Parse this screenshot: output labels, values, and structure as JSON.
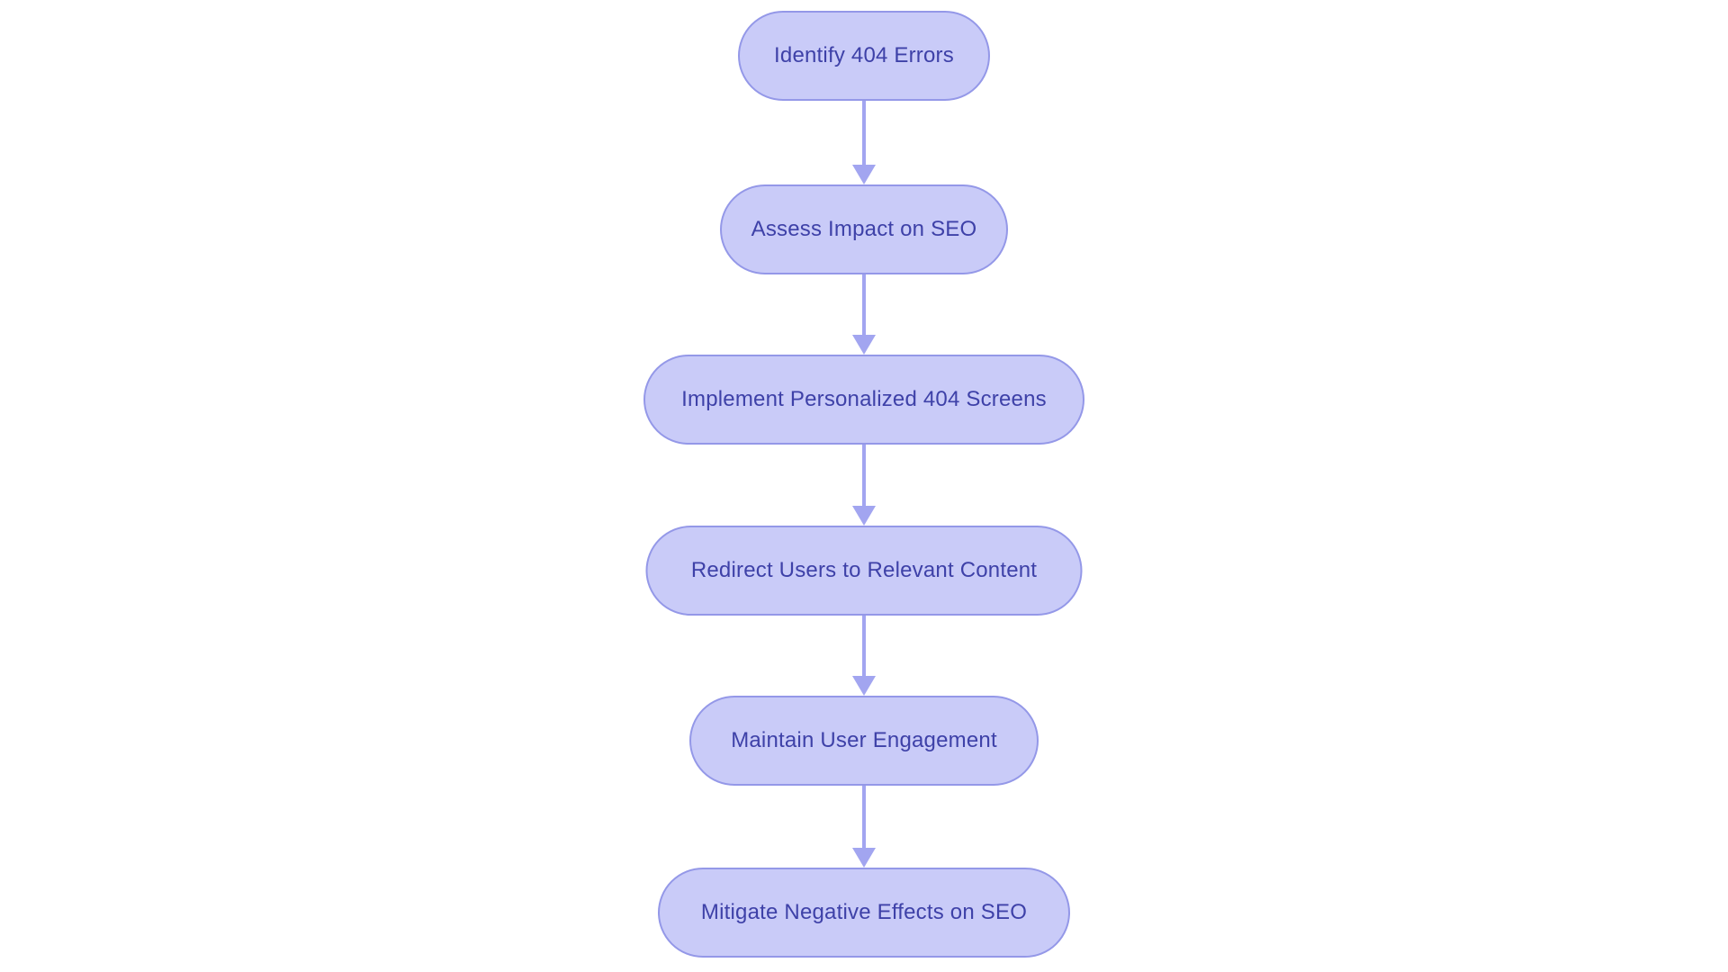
{
  "diagram": {
    "type": "flowchart",
    "direction": "top-down",
    "nodes": [
      {
        "id": "identify-404-errors",
        "label": "Identify 404 Errors"
      },
      {
        "id": "assess-impact-on-seo",
        "label": "Assess Impact on SEO"
      },
      {
        "id": "implement-personalized-404-screens",
        "label": "Implement Personalized 404 Screens"
      },
      {
        "id": "redirect-users-to-relevant-content",
        "label": "Redirect Users to Relevant Content"
      },
      {
        "id": "maintain-user-engagement",
        "label": "Maintain User Engagement"
      },
      {
        "id": "mitigate-negative-effects-on-seo",
        "label": "Mitigate Negative Effects on SEO"
      }
    ],
    "edges": [
      {
        "from": "identify-404-errors",
        "to": "assess-impact-on-seo"
      },
      {
        "from": "assess-impact-on-seo",
        "to": "implement-personalized-404-screens"
      },
      {
        "from": "implement-personalized-404-screens",
        "to": "redirect-users-to-relevant-content"
      },
      {
        "from": "redirect-users-to-relevant-content",
        "to": "maintain-user-engagement"
      },
      {
        "from": "maintain-user-engagement",
        "to": "mitigate-negative-effects-on-seo"
      }
    ],
    "colors": {
      "node_fill": "#c9cbf8",
      "node_border": "#9498e8",
      "text": "#3e41a8",
      "arrow": "#a2a5f0",
      "background": "#ffffff"
    }
  }
}
